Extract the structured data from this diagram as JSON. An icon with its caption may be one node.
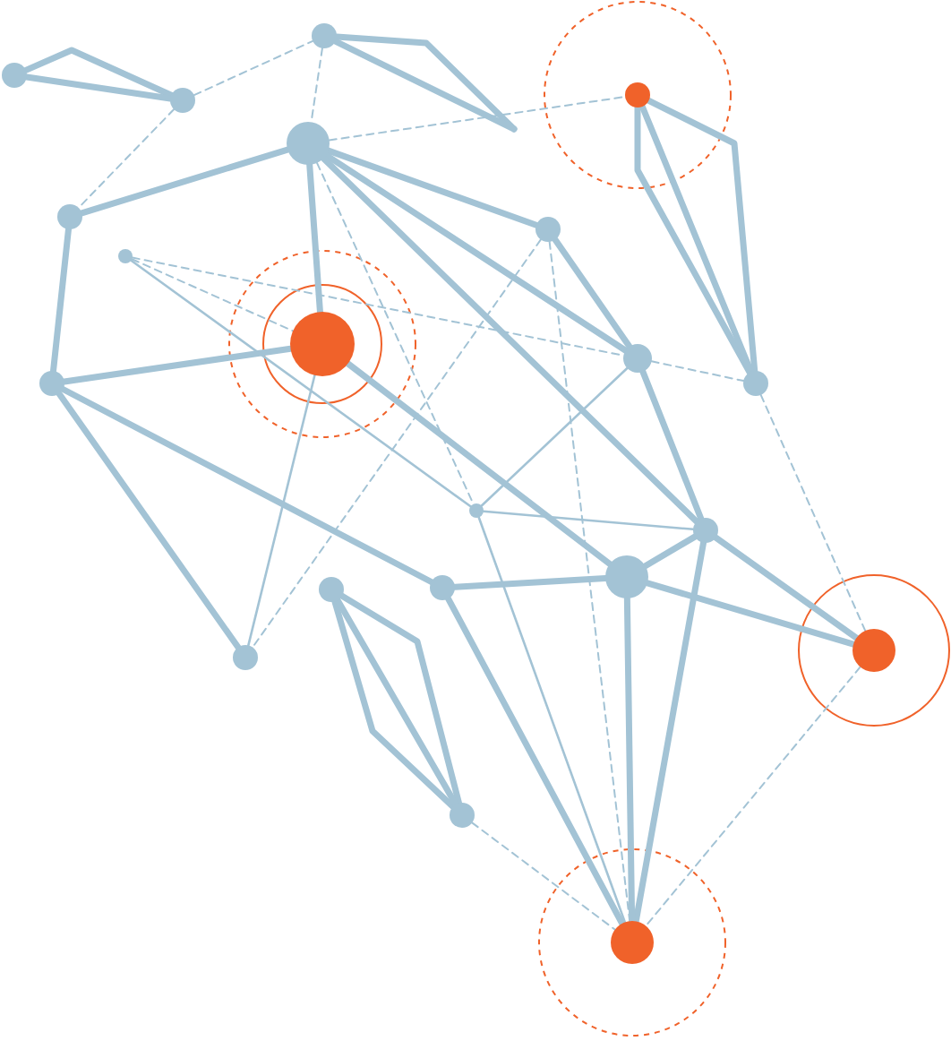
{
  "diagram": {
    "nodes": [
      {
        "text": [],
        "shape": "circle"
      },
      {
        "text": [],
        "shape": "circle"
      },
      {
        "text": [],
        "shape": "circle"
      },
      {
        "text": [],
        "shape": "circle"
      },
      {
        "text": [],
        "shape": "circle"
      },
      {
        "text": [],
        "shape": "circle"
      },
      {
        "text": [],
        "shape": "circle"
      },
      {
        "text": [],
        "shape": "circle"
      },
      {
        "text": [],
        "shape": "circle"
      },
      {
        "text": [],
        "shape": "circle"
      },
      {
        "text": [],
        "shape": "circle"
      },
      {
        "text": [],
        "shape": "circle"
      },
      {
        "text": [],
        "shape": "circle"
      },
      {
        "text": [],
        "shape": "circle"
      },
      {
        "text": [],
        "shape": "circle"
      },
      {
        "text": [],
        "shape": "circle"
      },
      {
        "text": [],
        "shape": "circle"
      },
      {
        "text": [],
        "shape": "circle"
      },
      {
        "text": [],
        "shape": "circle"
      },
      {
        "text": [],
        "shape": "circle"
      },
      {
        "text": [],
        "shape": "circle"
      }
    ],
    "edges": [
      {
        "from": 0,
        "to": 1,
        "arrow": "none"
      },
      {
        "from": 0,
        "to": 1,
        "arrow": "none"
      },
      {
        "from": 2,
        "to": null,
        "arrow": "none"
      },
      {
        "from": 2,
        "to": null,
        "arrow": "none"
      },
      {
        "from": 1,
        "to": 2,
        "arrow": "none",
        "style": "dashed"
      },
      {
        "from": 1,
        "to": 5,
        "arrow": "none",
        "style": "dashed"
      },
      {
        "from": 2,
        "to": 4,
        "arrow": "none",
        "style": "dashed"
      },
      {
        "from": 4,
        "to": 3,
        "arrow": "none",
        "style": "dashed"
      },
      {
        "from": 3,
        "to": 11,
        "arrow": "none"
      },
      {
        "from": 3,
        "to": 11,
        "arrow": "none"
      },
      {
        "from": 3,
        "to": 11,
        "arrow": "none"
      },
      {
        "from": 4,
        "to": 5,
        "arrow": "none"
      },
      {
        "from": 5,
        "to": 9,
        "arrow": "none"
      },
      {
        "from": 4,
        "to": 8,
        "arrow": "none"
      },
      {
        "from": 4,
        "to": 7,
        "arrow": "none"
      },
      {
        "from": 4,
        "to": 10,
        "arrow": "none"
      },
      {
        "from": 4,
        "to": 13,
        "arrow": "none"
      },
      {
        "from": 9,
        "to": 8,
        "arrow": "none"
      },
      {
        "from": 9,
        "to": 15,
        "arrow": "none"
      },
      {
        "from": 9,
        "to": 17,
        "arrow": "none"
      },
      {
        "from": 8,
        "to": 16,
        "arrow": "none"
      },
      {
        "from": 7,
        "to": 10,
        "arrow": "none"
      },
      {
        "from": 10,
        "to": 13,
        "arrow": "none"
      },
      {
        "from": 13,
        "to": 16,
        "arrow": "none"
      },
      {
        "from": 13,
        "to": 18,
        "arrow": "none"
      },
      {
        "from": 13,
        "to": 20,
        "arrow": "none"
      },
      {
        "from": 15,
        "to": 16,
        "arrow": "none"
      },
      {
        "from": 16,
        "to": 20,
        "arrow": "none"
      },
      {
        "from": 15,
        "to": 20,
        "arrow": "none"
      },
      {
        "from": 16,
        "to": 18,
        "arrow": "none"
      },
      {
        "from": 14,
        "to": 19,
        "arrow": "none"
      },
      {
        "from": 14,
        "to": 19,
        "arrow": "none"
      },
      {
        "from": 14,
        "to": 19,
        "arrow": "none"
      },
      {
        "from": 8,
        "to": 17,
        "arrow": "none"
      },
      {
        "from": 6,
        "to": 12,
        "arrow": "none"
      },
      {
        "from": 12,
        "to": 13,
        "arrow": "none"
      },
      {
        "from": 12,
        "to": 10,
        "arrow": "none"
      },
      {
        "from": 12,
        "to": 20,
        "arrow": "none"
      },
      {
        "from": 4,
        "to": 12,
        "arrow": "none",
        "style": "dashed"
      },
      {
        "from": 6,
        "to": 10,
        "arrow": "none",
        "style": "dashed"
      },
      {
        "from": 7,
        "to": 17,
        "arrow": "none",
        "style": "dashed"
      },
      {
        "from": 7,
        "to": 20,
        "arrow": "none",
        "style": "dashed"
      },
      {
        "from": 10,
        "to": 11,
        "arrow": "none",
        "style": "dashed"
      },
      {
        "from": 11,
        "to": 18,
        "arrow": "none",
        "style": "dashed"
      },
      {
        "from": 18,
        "to": 20,
        "arrow": "none",
        "style": "dashed"
      },
      {
        "from": 19,
        "to": 20,
        "arrow": "none",
        "style": "dashed"
      },
      {
        "from": 6,
        "to": 8,
        "arrow": "none",
        "style": "dashed"
      }
    ]
  }
}
